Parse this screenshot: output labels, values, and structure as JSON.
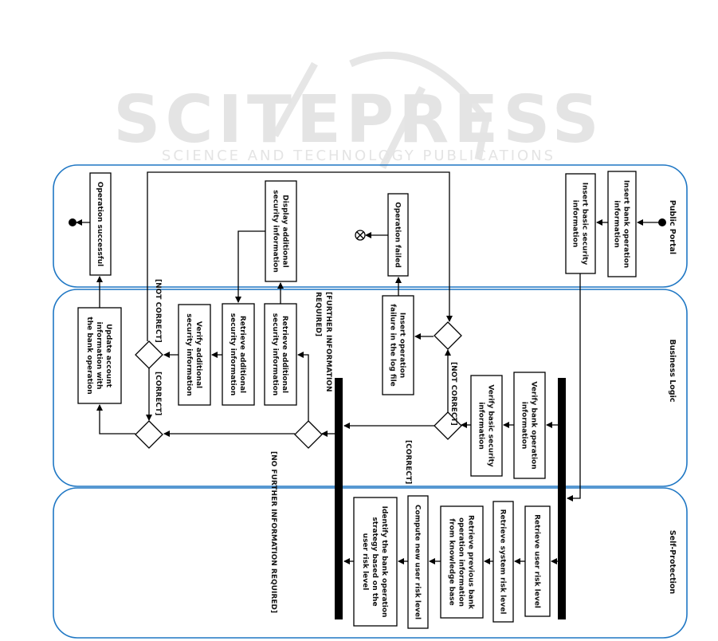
{
  "watermark": {
    "main": "SCITEPRESS",
    "sub": "SCIENCE AND TECHNOLOGY PUBLICATIONS"
  },
  "colors": {
    "lane_border": "#1f77c4",
    "stroke": "#000000",
    "watermark": "#e4e4e4"
  },
  "lanes": [
    {
      "id": "public-portal",
      "label": "Public Portal"
    },
    {
      "id": "business-logic",
      "label": "Business Logic"
    },
    {
      "id": "self-protection",
      "label": "Self-Protection"
    }
  ],
  "activities": {
    "insert_bank_op": [
      "Insert bank operation",
      "information"
    ],
    "insert_basic_sec": [
      "Insert basic security",
      "information"
    ],
    "operation_failed": [
      "Operation failed"
    ],
    "display_additional": [
      "Display additional",
      "security information"
    ],
    "operation_successful": [
      "Operation successful"
    ],
    "verify_bank_op": [
      "Verify bank operation",
      "information"
    ],
    "verify_basic_sec": [
      "Verify basic security",
      "information"
    ],
    "insert_failure_log": [
      "Insert operation",
      "failure in the log file"
    ],
    "retrieve_additional_1": [
      "Retrieve additional",
      "security information"
    ],
    "retrieve_additional_2": [
      "Retrieve additional",
      "security information"
    ],
    "verify_additional": [
      "Verify additional",
      "security information"
    ],
    "update_account": [
      "Update account",
      "information with",
      "the bank operation"
    ],
    "retrieve_user_risk": [
      "Retrieve user risk level"
    ],
    "retrieve_system_risk": [
      "Retrieve system risk level"
    ],
    "retrieve_previous": [
      "Retrieve previous bank",
      "operation information",
      "from knowledge base"
    ],
    "compute_new_risk": [
      "Compute new user risk level"
    ],
    "identify_strategy": [
      "Identify the bank operation",
      "strategy based on the",
      "user risk level"
    ]
  },
  "guards": {
    "not_correct_1": "[NOT CORRECT]",
    "correct_1": "[CORRECT]",
    "further_info": [
      "[FURTHER INFORMATION",
      "REQUIRED]"
    ],
    "no_further_info": "[NO FURTHER INFORMATION REQUIRED]",
    "not_correct_2": "[NOT CORRECT]",
    "correct_2": "[CORRECT]"
  }
}
